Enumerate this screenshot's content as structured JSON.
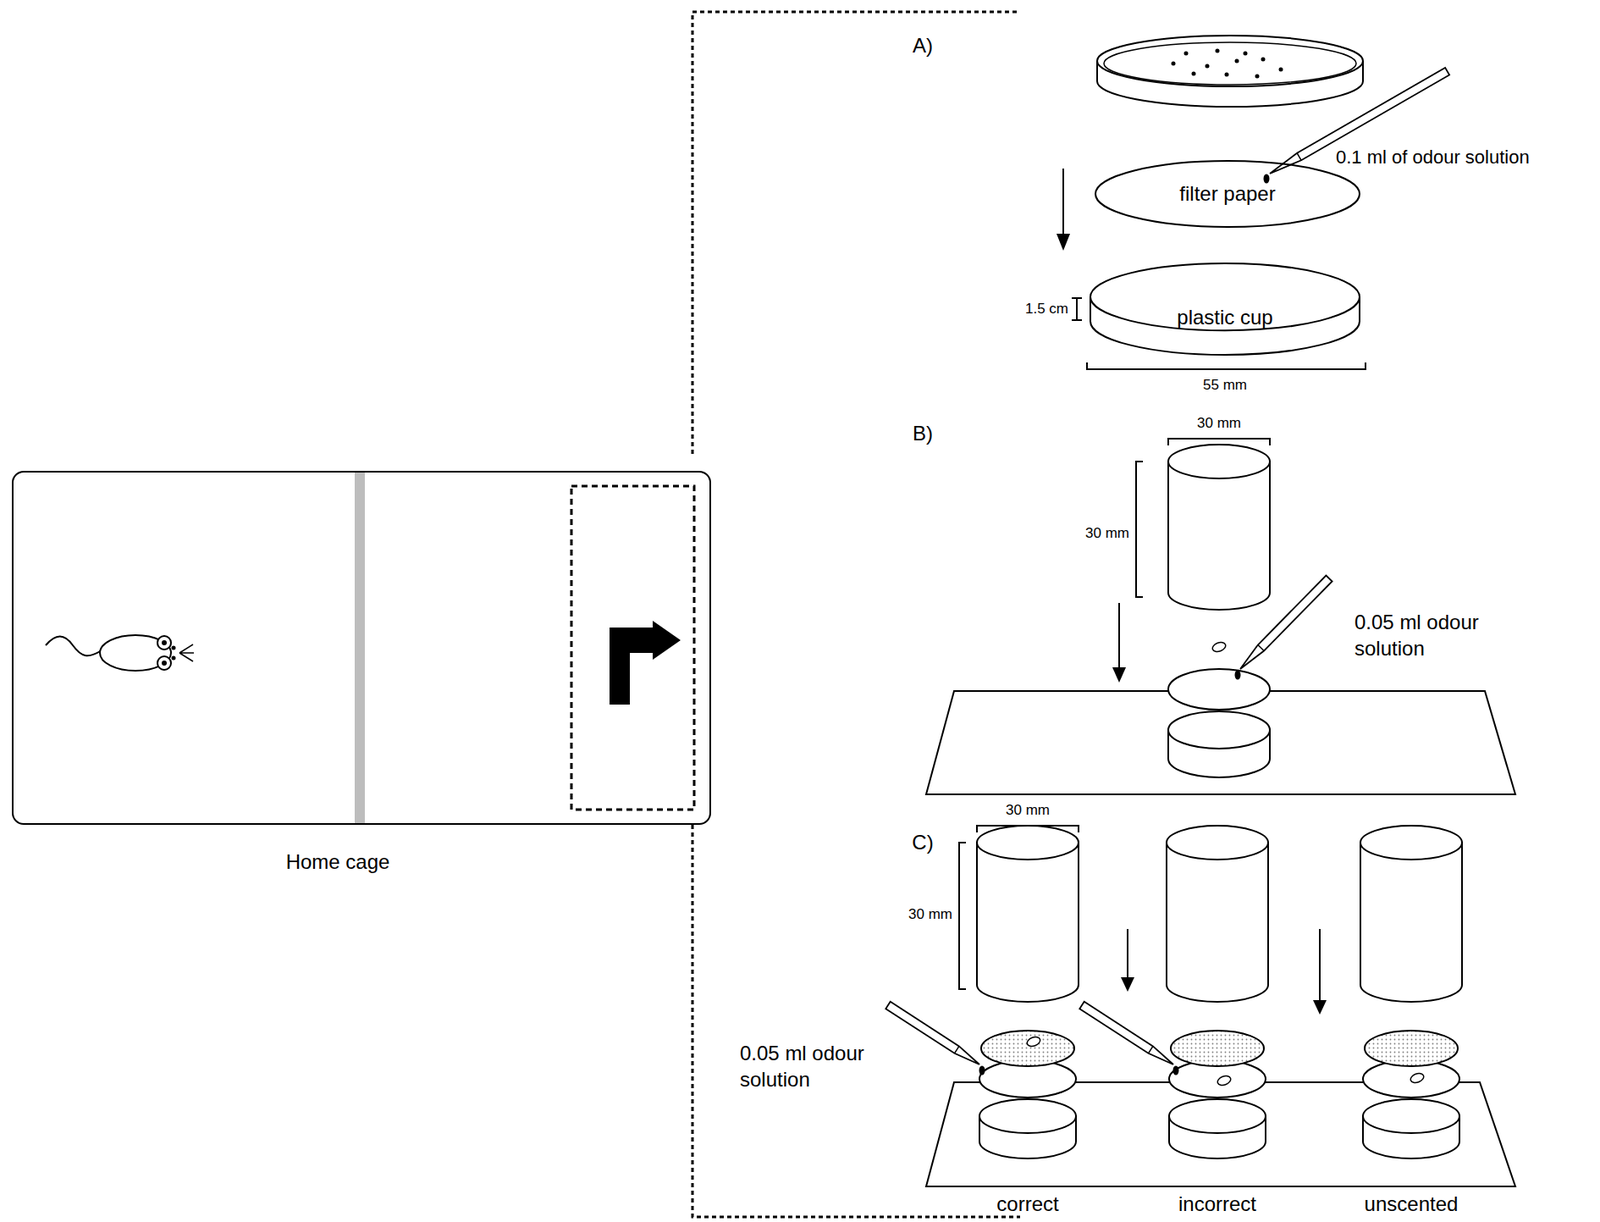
{
  "diagram": {
    "nodes": [
      {
        "text": [
          "Home cage"
        ]
      },
      {
        "text": [
          "filter paper"
        ]
      },
      {
        "text": [
          "plastic cup"
        ]
      }
    ],
    "labels": [
      "A)",
      "0.1 ml of odour solution",
      "1.5 cm",
      "55 mm",
      "B)",
      "30 mm",
      "30 mm",
      "0.05 ml odour solution",
      "C)",
      "30 mm",
      "30 mm",
      "0.05 ml odour solution",
      "correct",
      "incorrect",
      "unscented"
    ]
  }
}
